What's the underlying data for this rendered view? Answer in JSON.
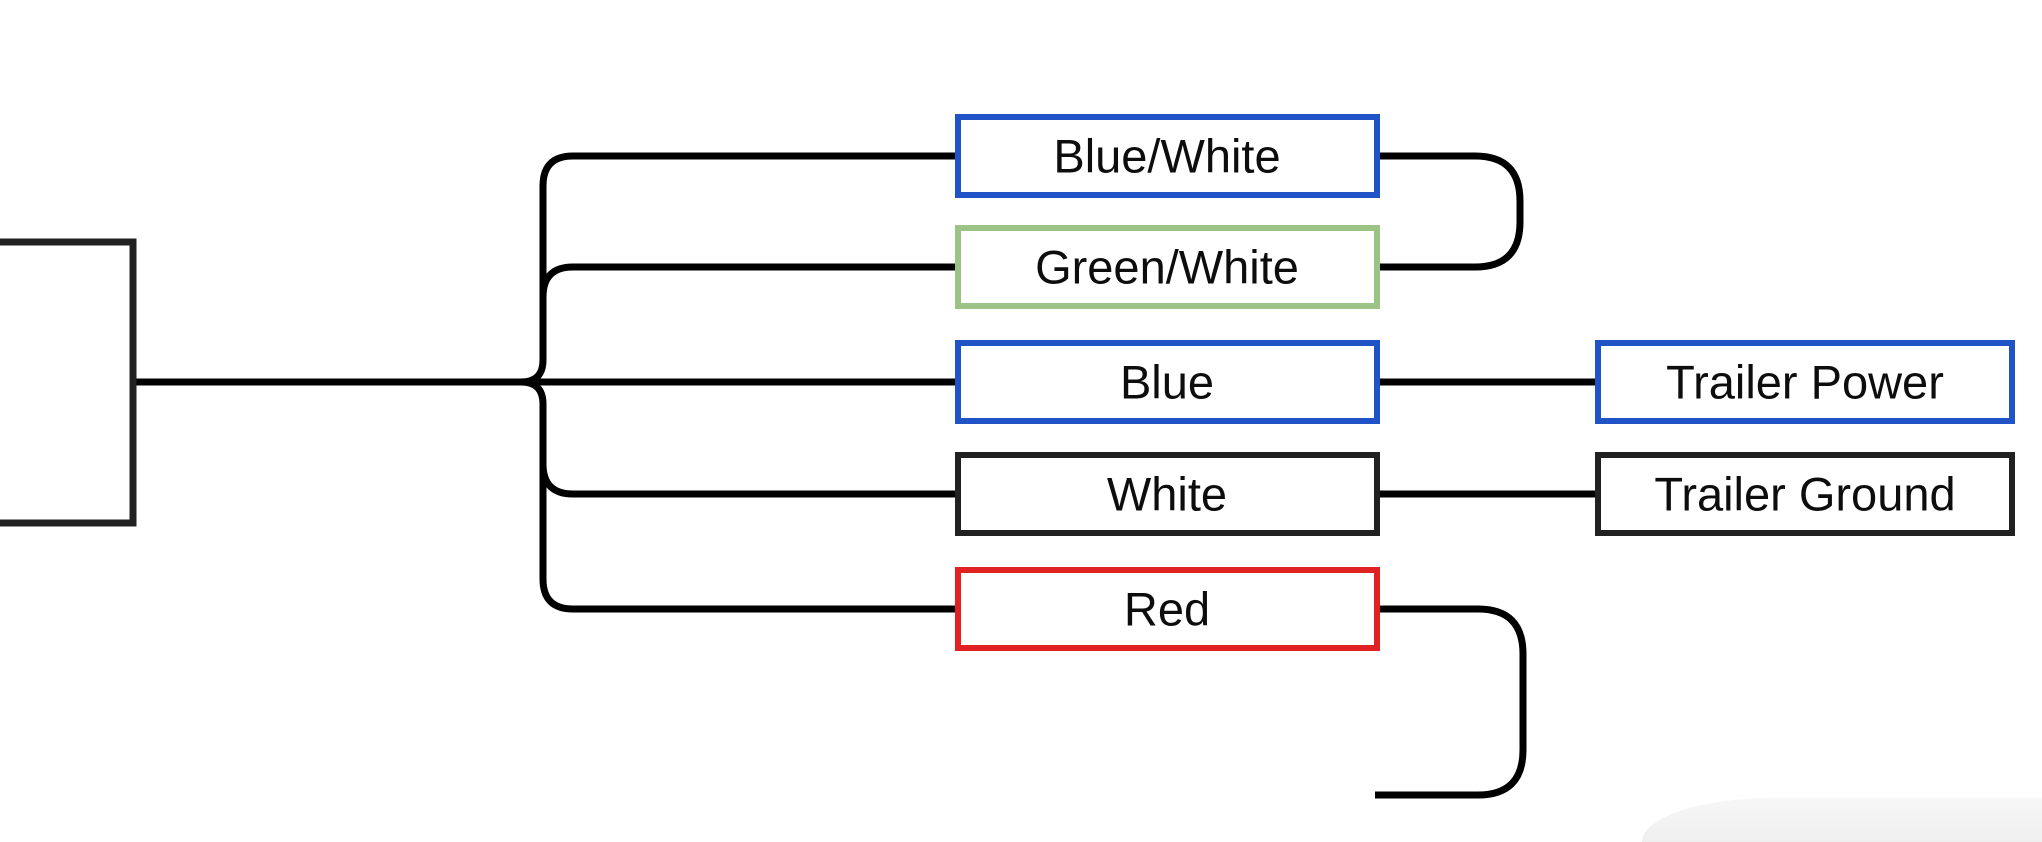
{
  "wire_color": "#000000",
  "source_box": {
    "border_color": "#212121"
  },
  "wire_boxes": [
    {
      "label": "Blue/White",
      "border_color": "#2053c5"
    },
    {
      "label": "Green/White",
      "border_color": "#9cc386"
    },
    {
      "label": "Blue",
      "border_color": "#2053c5"
    },
    {
      "label": "White",
      "border_color": "#212121"
    },
    {
      "label": "Red",
      "border_color": "#e02222"
    }
  ],
  "target_boxes": [
    {
      "label": "Trailer Power",
      "border_color": "#2053c5"
    },
    {
      "label": "Trailer Ground",
      "border_color": "#212121"
    }
  ]
}
